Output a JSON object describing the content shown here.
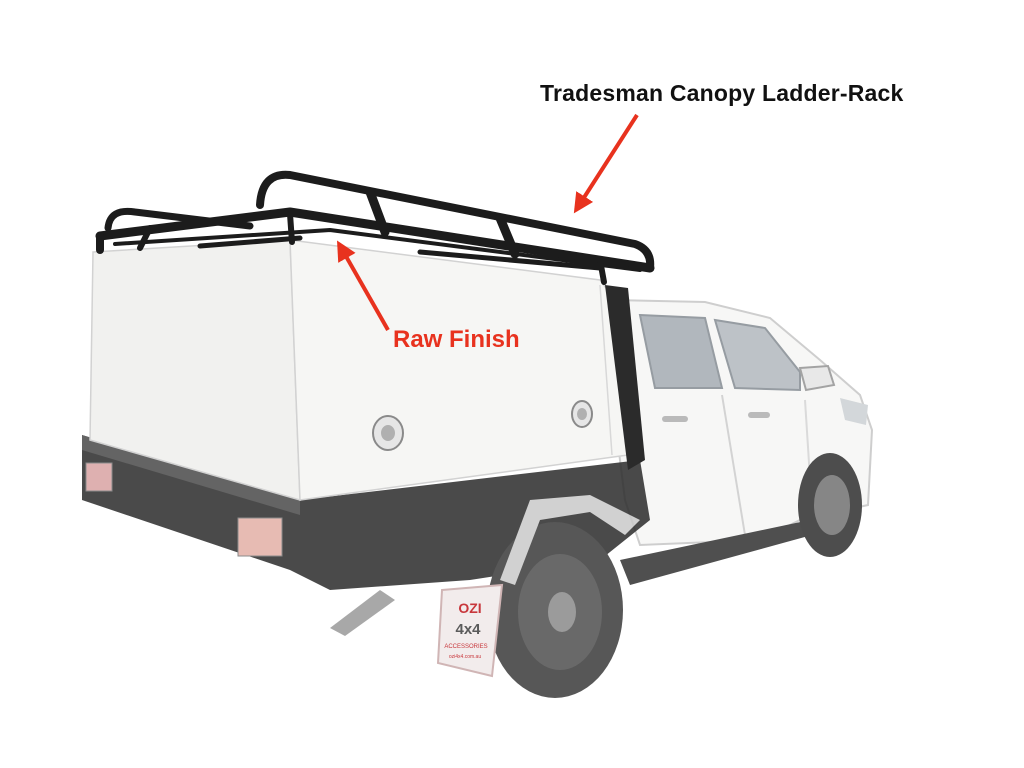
{
  "annotations": {
    "product_label": "Tradesman Canopy Ladder-Rack",
    "finish_label": "Raw Finish"
  },
  "mudflap": {
    "brand_line1": "OZI",
    "brand_line2": "4x4",
    "brand_line3": "ACCESSORIES",
    "website": "ozi4x4.com.au"
  },
  "colors": {
    "arrow": "#e8321e",
    "rack": "#1c1c1c",
    "canopy": "#f4f4f2",
    "tray": "#2b2b2b",
    "vehicle": "#f7f7f6",
    "tyre": "#3a3a3a",
    "mudflap": "#f2ecec",
    "mudflap_text": "#c8373c"
  },
  "icons": [
    "arrow-right-icon",
    "arrow-left-icon"
  ]
}
